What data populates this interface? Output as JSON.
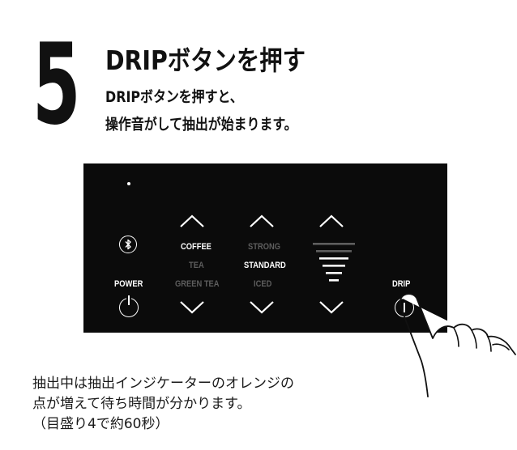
{
  "step": {
    "number": "5",
    "title": "DRIPボタンを押す",
    "desc_line1": "DRIPボタンを押すと、",
    "desc_line2": "操作音がして抽出が始まります。"
  },
  "panel": {
    "power_label": "POWER",
    "drip_label": "DRIP",
    "mode_options": [
      "COFFEE",
      "TEA",
      "GREEN TEA"
    ],
    "mode_selected": "COFFEE",
    "strength_options": [
      "STRONG",
      "STANDARD",
      "ICED"
    ],
    "strength_selected": "STANDARD",
    "indicator_total_segments": 6,
    "indicator_lit_segments": 4,
    "icons": [
      "bluetooth-icon",
      "power-icon",
      "drip-icon",
      "chevron-up-icon",
      "chevron-down-icon",
      "hand-pointer-icon"
    ]
  },
  "note": {
    "line1": "抽出中は抽出インジケーターのオレンジの",
    "line2": "点が増えて待ち時間が分かります。",
    "line3": "（目盛り4で約60秒）"
  },
  "colors": {
    "panel_bg": "#0b0b0b",
    "lit": "#ffffff",
    "dim": "#5e5e5e"
  }
}
